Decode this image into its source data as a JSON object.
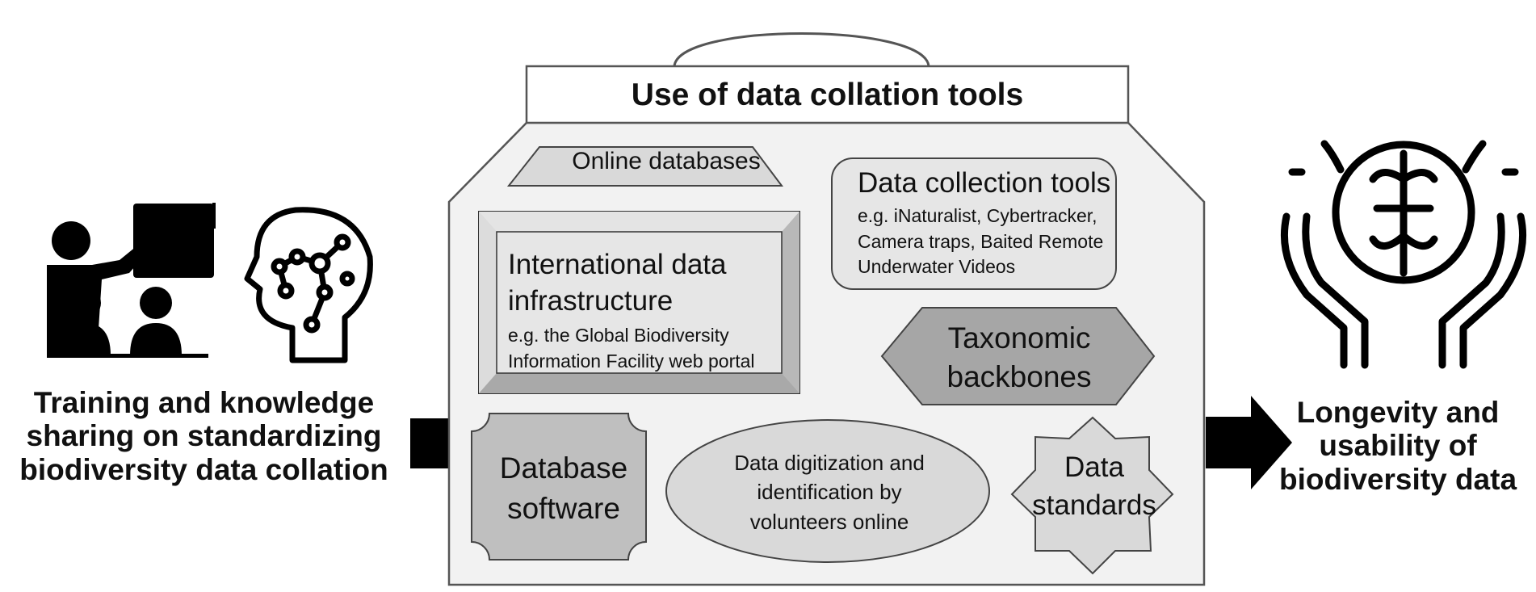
{
  "left_caption": {
    "line1": "Training and knowledge",
    "line2": "sharing on standardizing",
    "line3": "biodiversity data collation"
  },
  "right_caption": {
    "line1": "Longevity and",
    "line2": "usability of",
    "line3": "biodiversity data"
  },
  "toolbox": {
    "title": "Use of data collation tools",
    "online_databases": "Online databases",
    "data_collection": {
      "title": "Data collection tools",
      "line1": "e.g. iNaturalist, Cybertracker,",
      "line2": "Camera traps, Baited Remote",
      "line3": "Underwater Videos"
    },
    "international": {
      "line1": "International data",
      "line2": "infrastructure",
      "ex1": "e.g. the Global Biodiversity",
      "ex2": "Information Facility web portal"
    },
    "taxonomic": {
      "line1": "Taxonomic",
      "line2": "backbones"
    },
    "database_software": {
      "line1": "Database",
      "line2": "software"
    },
    "digitization": {
      "line1": "Data digitization and",
      "line2": "identification by",
      "line3": "volunteers online"
    },
    "standards": {
      "line1": "Data",
      "line2": "standards"
    }
  },
  "colors": {
    "box_fill": "#f2f2f2",
    "light_shape": "#d9d9d9",
    "mid_shape": "#bfbfbf",
    "dark_shape": "#a6a6a6",
    "arrow": "#000000"
  },
  "icons": {
    "left_1": "teacher-classroom-icon",
    "left_2": "ai-head-icon",
    "right": "hands-brain-icon"
  }
}
